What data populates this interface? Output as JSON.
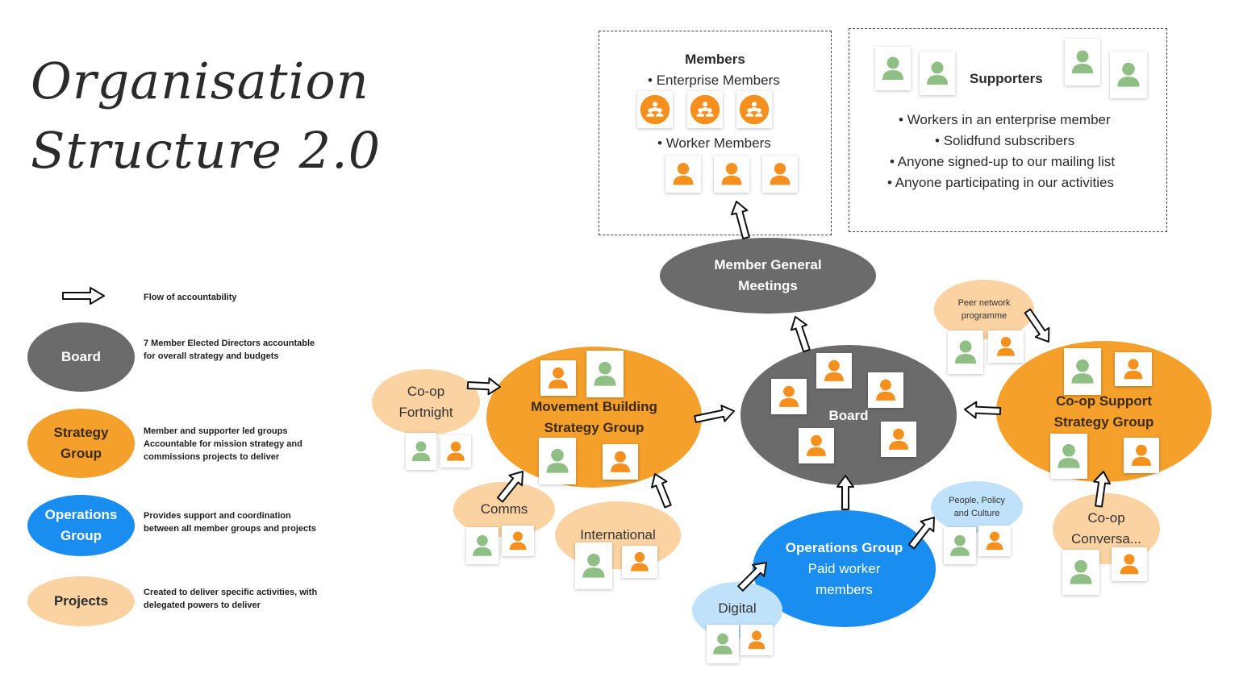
{
  "title": {
    "line1": "Organisation",
    "line2": "Structure 2.0"
  },
  "legend": {
    "flow": "Flow of accountability",
    "board": {
      "label": "Board",
      "desc1": "7  Member Elected Directors accountable",
      "desc2": "for overall strategy and budgets"
    },
    "strategy": {
      "label1": "Strategy",
      "label2": "Group",
      "desc1": "Member and supporter led groups",
      "desc2": "Accountable for mission strategy and",
      "desc3": "commissions projects to deliver"
    },
    "operations": {
      "label1": "Operations",
      "label2": "Group",
      "desc1": "Provides support and coordination",
      "desc2": "between all member groups and projects"
    },
    "projects": {
      "label": "Projects",
      "desc1": "Created to deliver specific activities, with",
      "desc2": "delegated powers to deliver"
    }
  },
  "members_box": {
    "title": "Members",
    "enterprise": "Enterprise Members",
    "worker": "Worker Members"
  },
  "supporters_box": {
    "title": "Supporters",
    "items": [
      "Workers in an enterprise member",
      "Solidfund subscribers",
      "Anyone signed-up to our mailing list",
      "Anyone participating in our activities"
    ]
  },
  "nodes": {
    "mgm": {
      "line1": "Member General",
      "line2": "Meetings"
    },
    "board": "Board",
    "movement": {
      "line1": "Movement Building",
      "line2": "Strategy Group"
    },
    "coop_support": {
      "line1": "Co-op Support",
      "line2": "Strategy Group"
    },
    "operations": {
      "line1": "Operations Group",
      "line2": "Paid worker",
      "line3": "members"
    },
    "coop_fortnight": {
      "line1": "Co-op",
      "line2": "Fortnight"
    },
    "comms": "Comms",
    "international": "International",
    "digital": "Digital",
    "people_policy": {
      "line1": "People, Policy",
      "line2": "and Culture"
    },
    "peer_network": {
      "line1": "Peer network",
      "line2": "programme"
    },
    "coop_convo": {
      "line1": "Co-op",
      "line2": "Conversa..."
    }
  },
  "colors": {
    "board": "#6b6b6b",
    "strategy": "#f5a02b",
    "operations": "#1a8df0",
    "projects": "#fbd3a3",
    "light_blue": "#bfe2fa",
    "member_avatar": "#f5901e",
    "supporter_avatar": "#8fbf84"
  }
}
